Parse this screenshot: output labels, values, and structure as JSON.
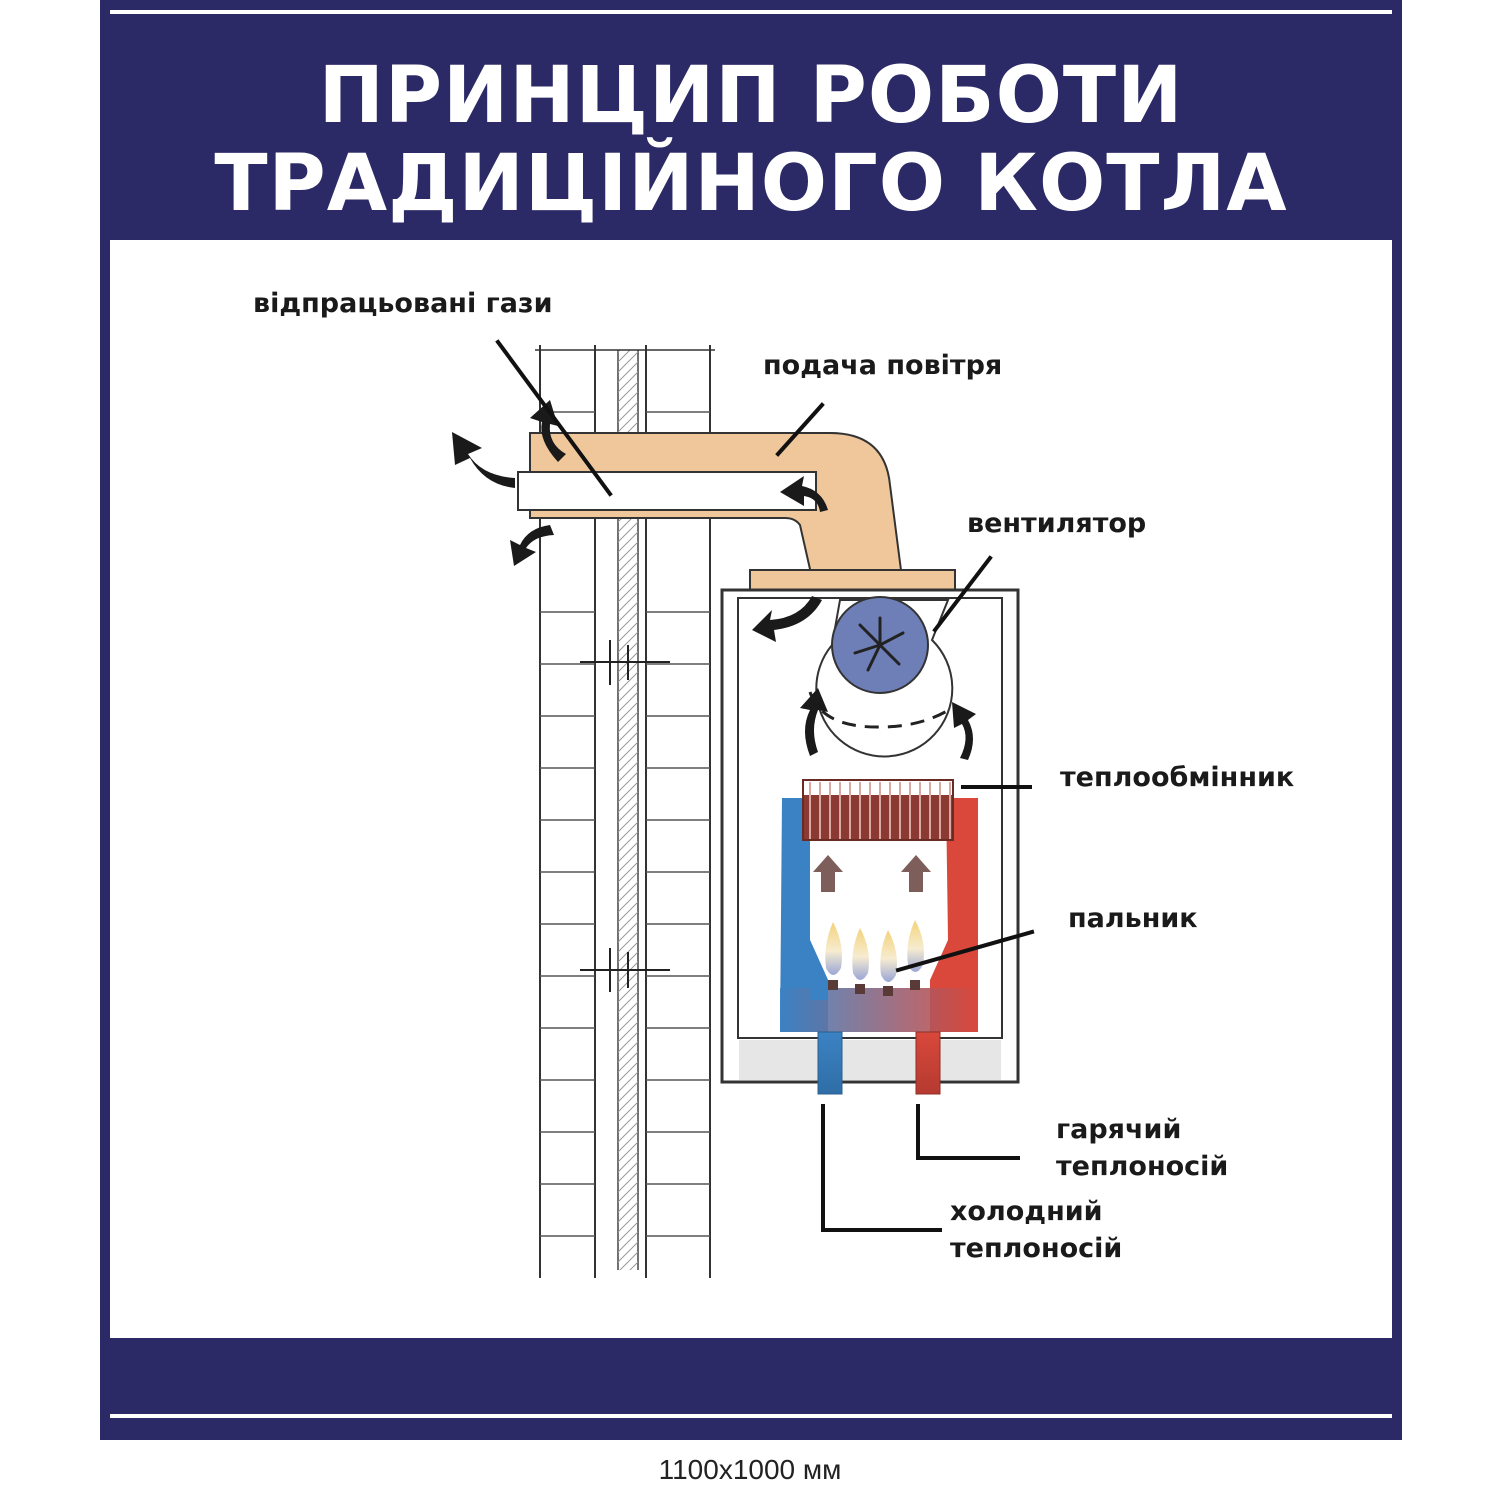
{
  "title": {
    "line1": "ПРИНЦИП РОБОТИ",
    "line2": "ТРАДИЦІЙНОГО КОТЛА"
  },
  "labels": {
    "exhaust": "відпрацьовані гази",
    "air_supply": "подача повітря",
    "fan": "вентилятор",
    "heat_exchanger": "теплообмінник",
    "burner": "пальник",
    "hot_line1": "гарячий",
    "hot_line2": "теплоносій",
    "cold_line1": "холодний",
    "cold_line2": "теплоносій"
  },
  "footer": {
    "size": "1100x1000 мм"
  },
  "colors": {
    "frame": "#2b2966",
    "pipe": "#f0c79a",
    "hot": "#d9483b",
    "cold": "#3b82c4",
    "fan": "#6e7fb8",
    "exchanger": "#8a3a32"
  }
}
